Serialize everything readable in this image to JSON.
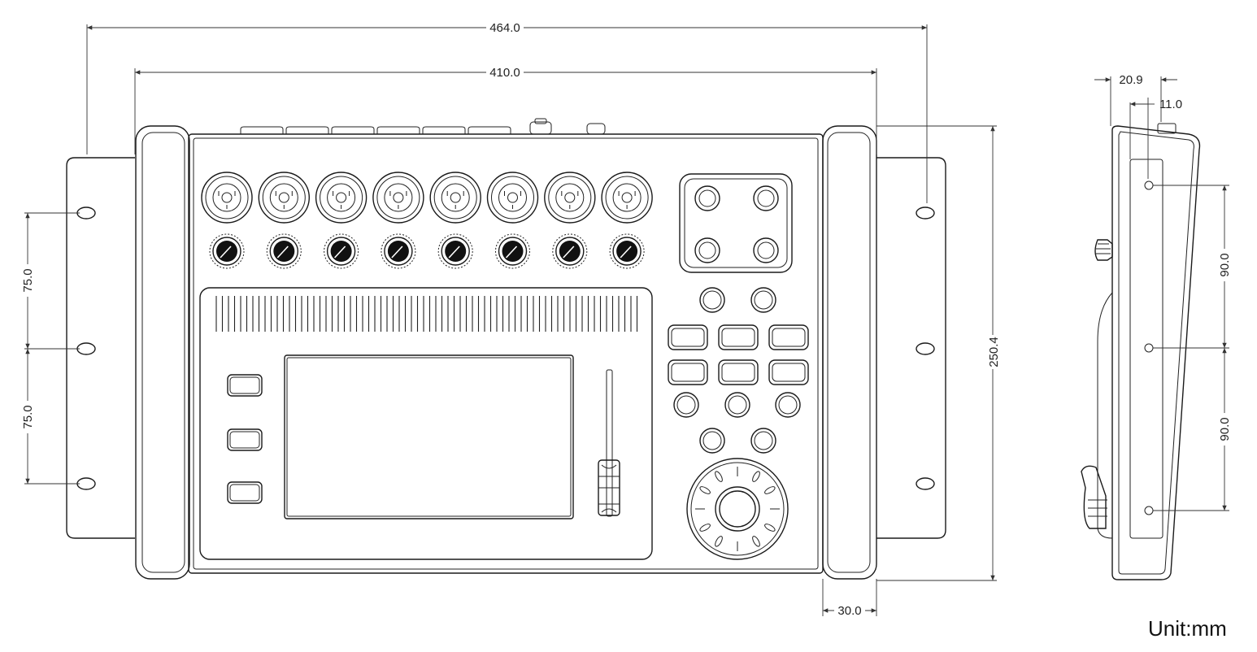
{
  "dimensions": {
    "overall_width": "464.0",
    "body_width": "410.0",
    "side_depth_top": "20.9",
    "side_depth_knob": "11.0",
    "hole_spacing_upper": "75.0",
    "hole_spacing_lower": "75.0",
    "overall_height": "250.4",
    "side_spacing_upper": "90.0",
    "side_spacing_lower": "90.0",
    "bracket_width": "30.0"
  },
  "unit_label": "Unit:mm",
  "counts": {
    "combo_inputs": 8,
    "gain_knobs": 8
  }
}
